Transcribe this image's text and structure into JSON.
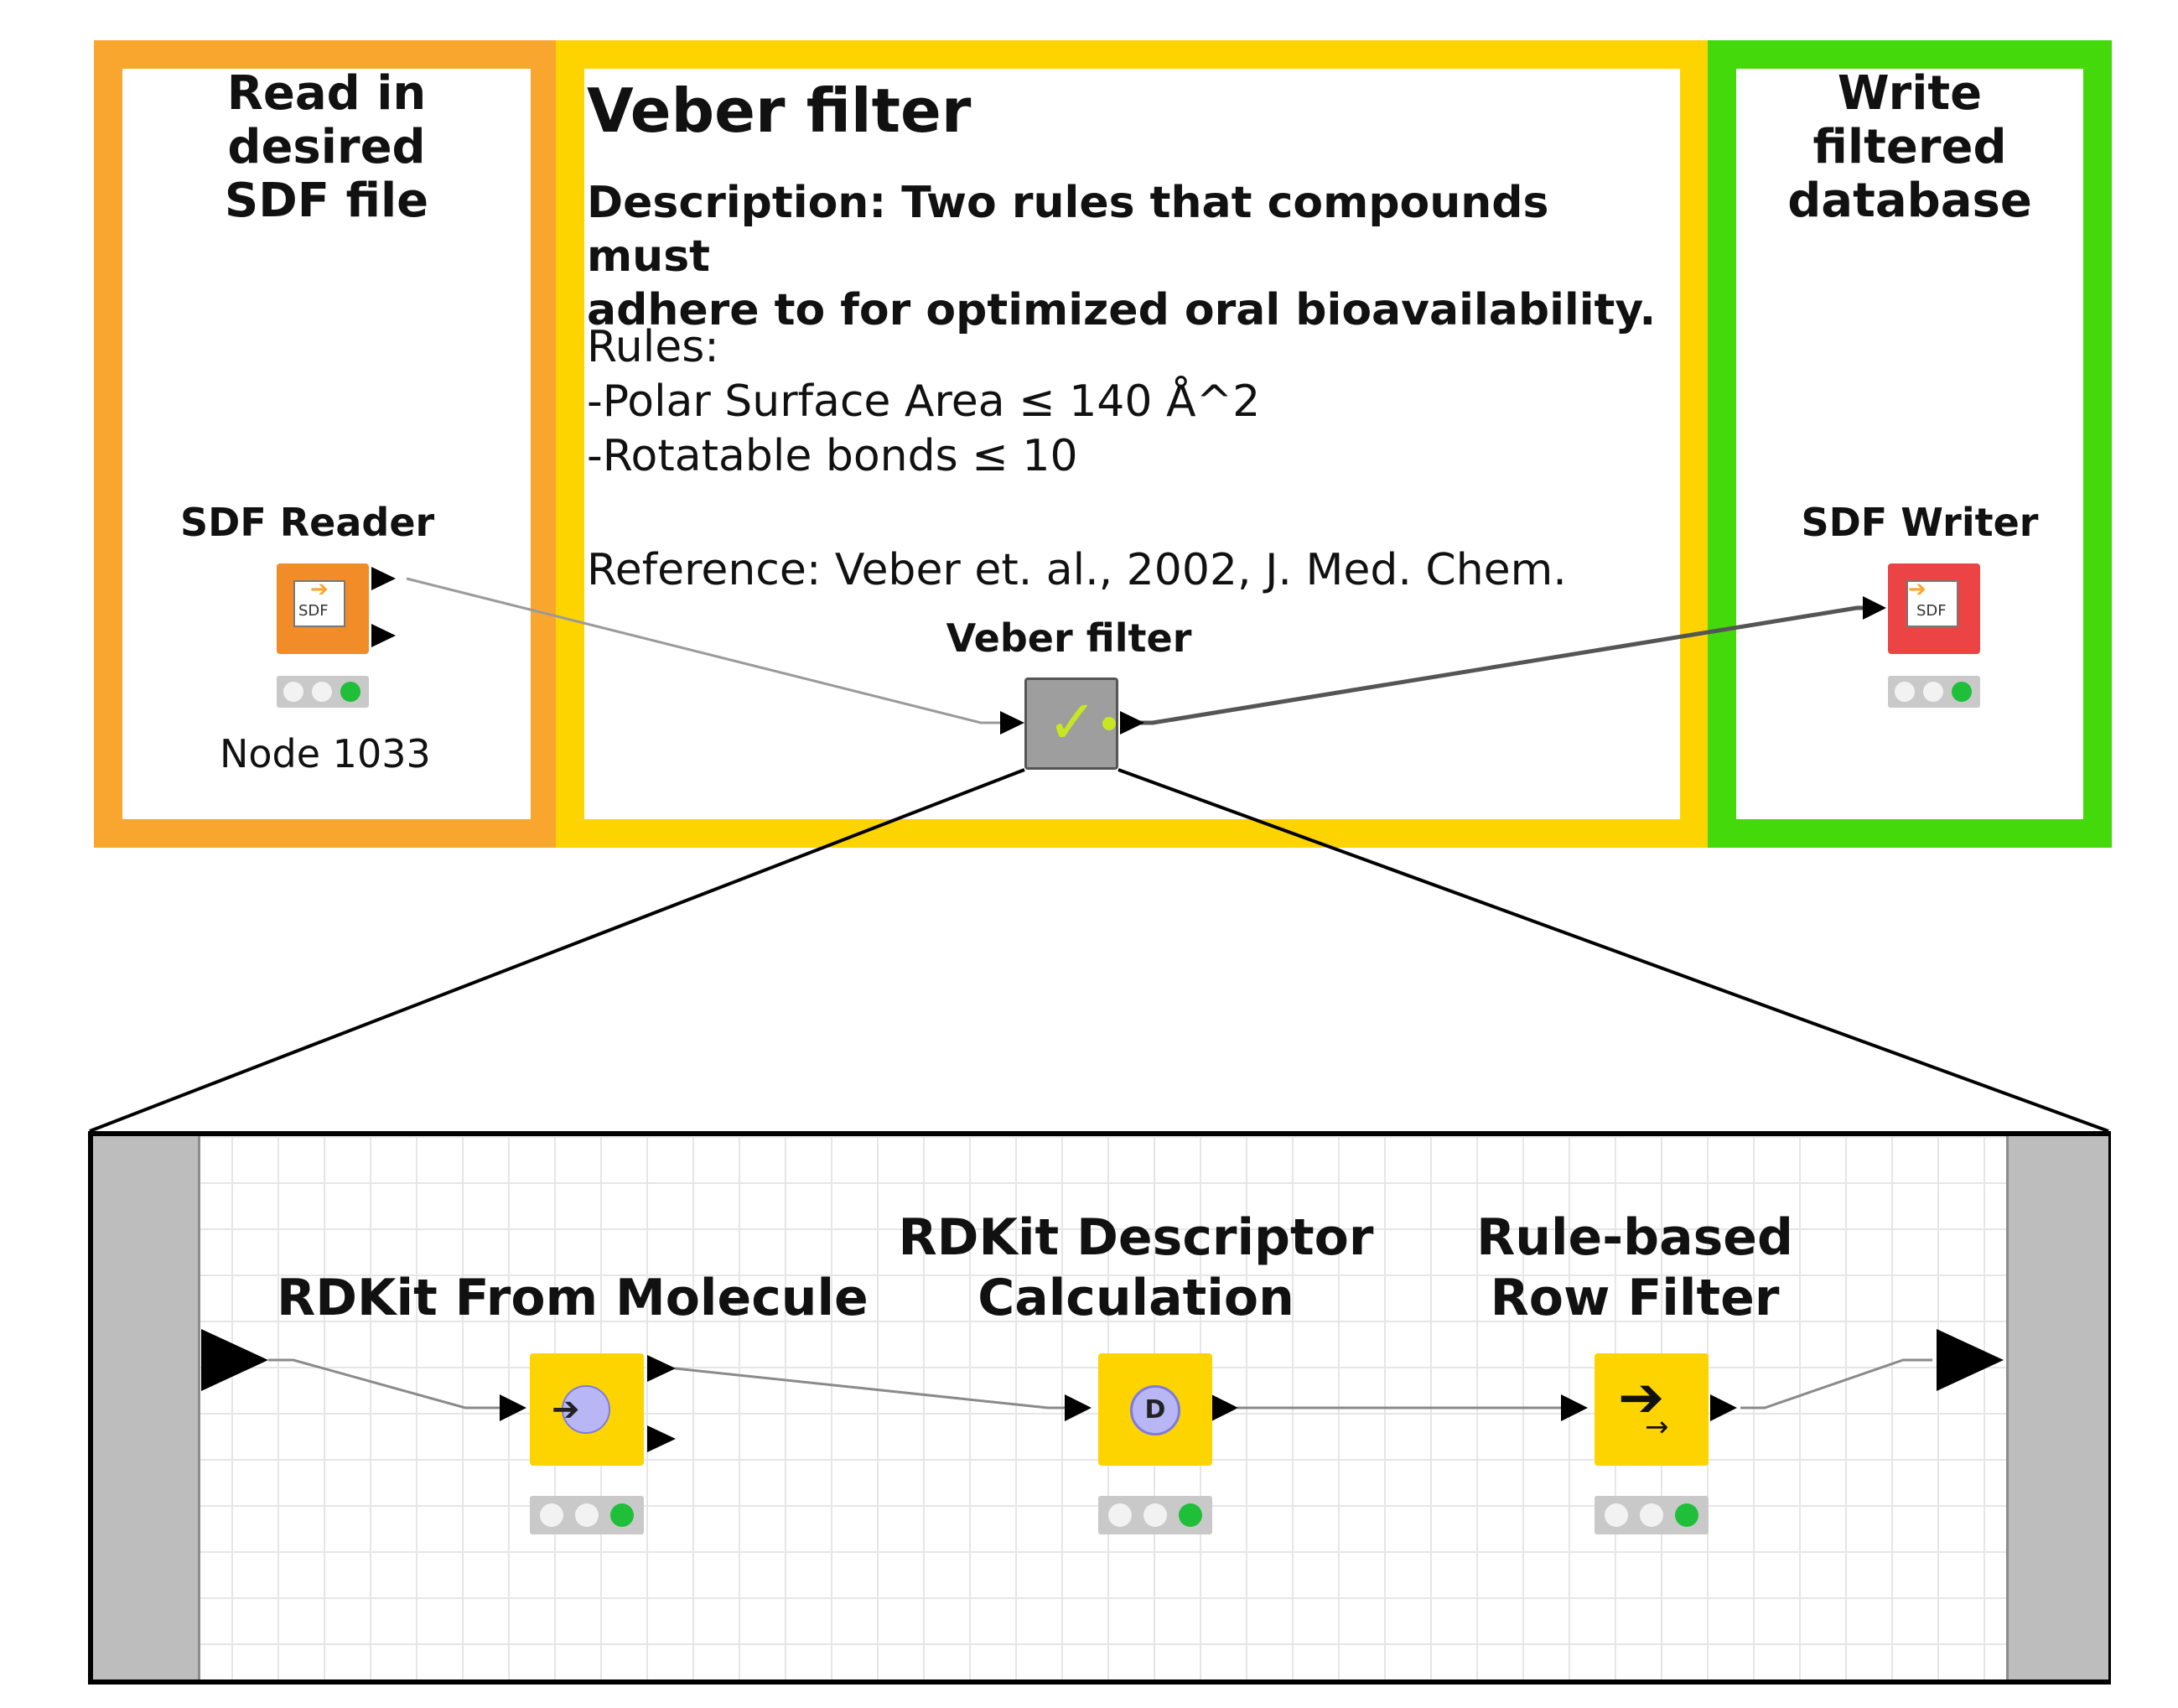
{
  "annotations": {
    "read": {
      "title_line1": "Read in desired",
      "title_line2": "SDF file",
      "color": "#F9A62E"
    },
    "veber": {
      "title": "Veber filter",
      "description_line1": "Description: Two rules that compounds must",
      "description_line2": "adhere to for optimized oral bioavailability.",
      "rules_heading": "Rules:",
      "rule1": "-Polar Surface Area ≤ 140 Å^2",
      "rule2": "-Rotatable bonds ≤ 10",
      "reference": "Reference: Veber et. al., 2002, J. Med. Chem.",
      "color": "#FDD400"
    },
    "write": {
      "title_line1": "Write filtered",
      "title_line2": "database",
      "color": "#43D90A"
    }
  },
  "nodes": {
    "sdf_reader": {
      "label": "SDF Reader",
      "sub_label": "Node 1033",
      "icon_text": "SDF",
      "color": "#F28C28"
    },
    "veber_filter": {
      "label": "Veber filter",
      "color": "#9e9e9e"
    },
    "sdf_writer": {
      "label": "SDF Writer",
      "icon_text": "SDF",
      "color": "#EC4444"
    }
  },
  "metanode": {
    "nodes": [
      {
        "label_line1": "RDKit From Molecule",
        "label_line2": "",
        "icon": "arrow-in-circle-icon"
      },
      {
        "label_line1": "RDKit Descriptor",
        "label_line2": "Calculation",
        "icon_text": "D",
        "icon": "descriptor-icon"
      },
      {
        "label_line1": "Rule-based",
        "label_line2": "Row Filter",
        "icon": "rule-filter-icon"
      }
    ],
    "node_color": "#FDD400"
  }
}
